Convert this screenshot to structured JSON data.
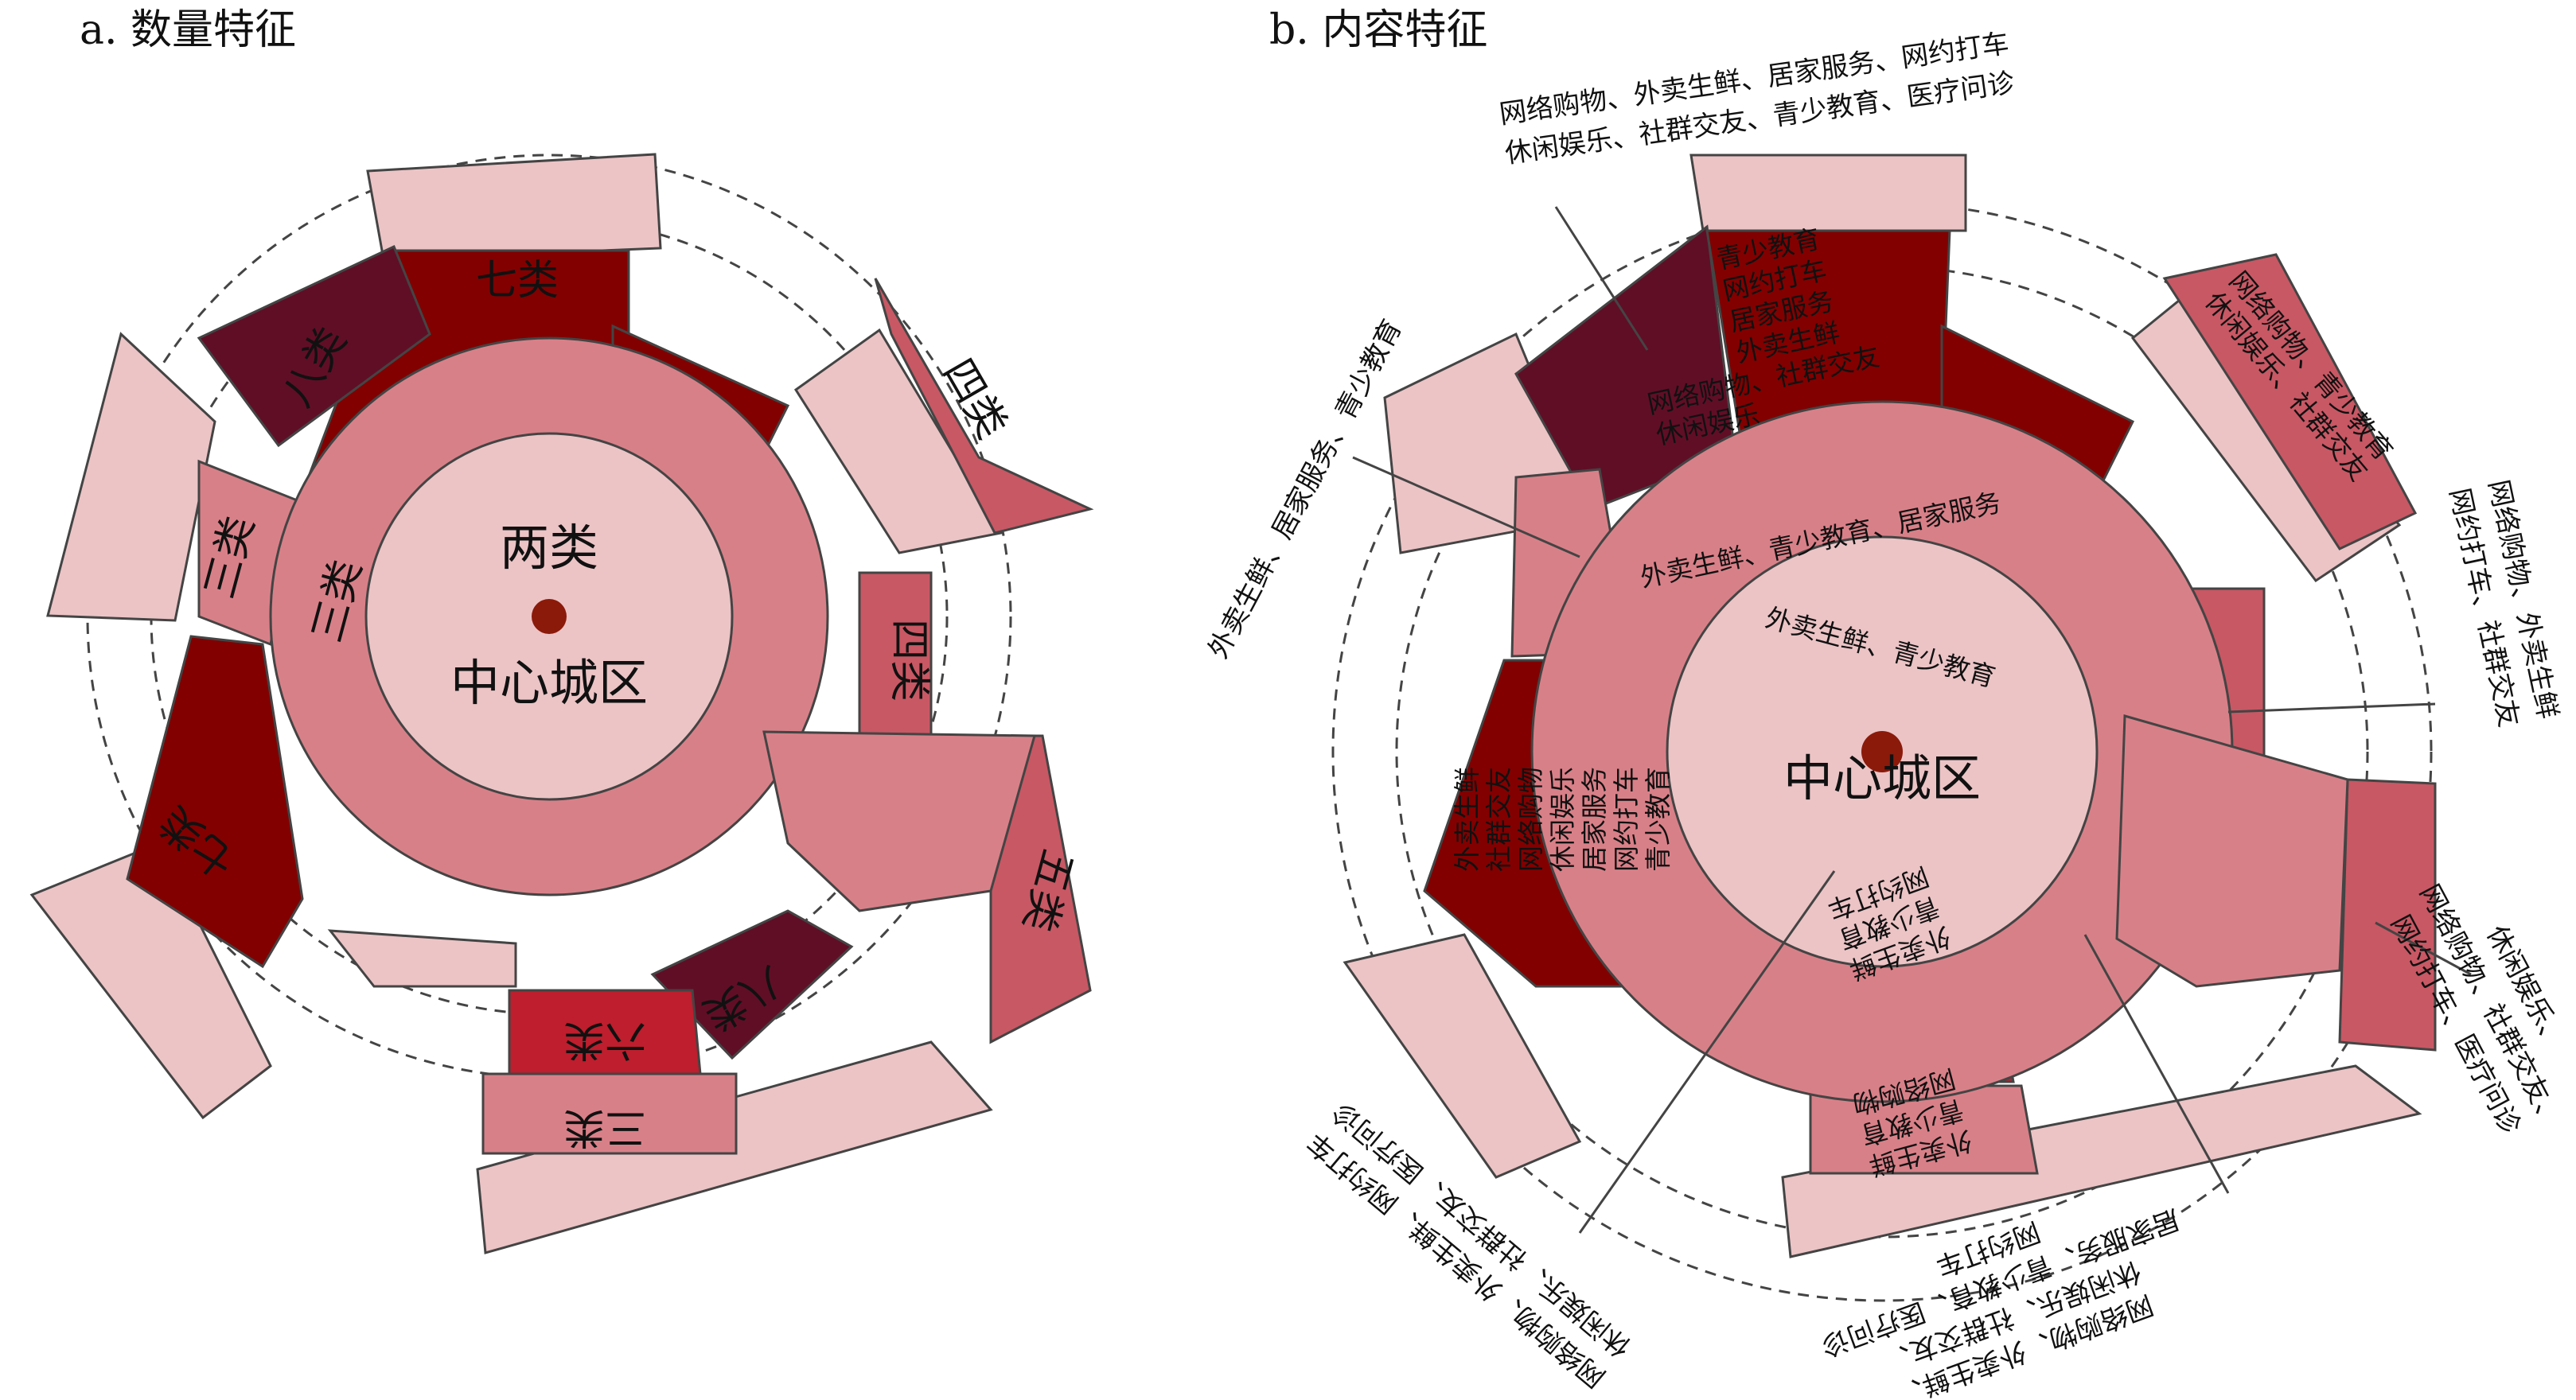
{
  "colors": {
    "lightest": "#ECC4C6",
    "medium": "#D88088",
    "strong": "#C85864",
    "red": "#BE1E2D",
    "dark": "#820000",
    "darkest": "#600E26",
    "center_dot": "#8B1A0A"
  },
  "panel_a": {
    "title": "a. 数量特征",
    "center_top": "两类",
    "center_bottom": "中心城区",
    "labels": {
      "seven_top": "七类",
      "eight_top": "八类",
      "four_top_right": "四类",
      "three_outer": "三类",
      "three_inner": "三类",
      "four_inner": "四类",
      "five_right": "五类",
      "seven_left": "七类",
      "eight_bottom": "八类",
      "six_bottom": "六类",
      "three_bottom": "三类"
    }
  },
  "panel_b": {
    "title": "b. 内容特征",
    "center_top": "外卖生鲜、青少教育",
    "center_bottom": "中心城区",
    "ring_label_top": "外卖生鲜、青少教育、居家服务",
    "inner_labels": {
      "top_stack": [
        "青少教育",
        "网约打车",
        "居家服务",
        "外卖生鲜",
        "网络购物、社群交友",
        "休闲娱乐"
      ],
      "right_top": [
        "网络购物、青少教育",
        "休闲娱乐、社群交友"
      ],
      "left_stack": [
        "外卖生鲜",
        "社群交友",
        "网络购物",
        "休闲娱乐",
        "居家服务",
        "网约打车",
        "青少教育"
      ],
      "bottom_inner": [
        "外卖生鲜",
        "青少教育",
        "网约打车"
      ],
      "bottom_red": [
        "外卖生鲜",
        "青少教育",
        "网络购物"
      ]
    },
    "annotations": {
      "top": [
        "网络购物、外卖生鲜、居家服务、网约打车",
        "休闲娱乐、社群交友、青少教育、医疗问诊"
      ],
      "left": [
        "外卖生鲜、居家服务、青少教育"
      ],
      "right": [
        "网络购物、外卖生鲜",
        "网约打车、社群交友"
      ],
      "right_lower": [
        "休闲娱乐、",
        "网络购物、社群交友、",
        "网约打车、医疗问诊"
      ],
      "bottom_left": [
        "网络购物、外卖生鲜、网约打车",
        "休闲娱乐、社群交友、医疗问诊"
      ],
      "bottom_right": [
        "网络购物、外卖生鲜、",
        "休闲娱乐、社群交友、",
        "居家服务、青少教育、医疗问诊",
        "网约打车"
      ]
    }
  }
}
